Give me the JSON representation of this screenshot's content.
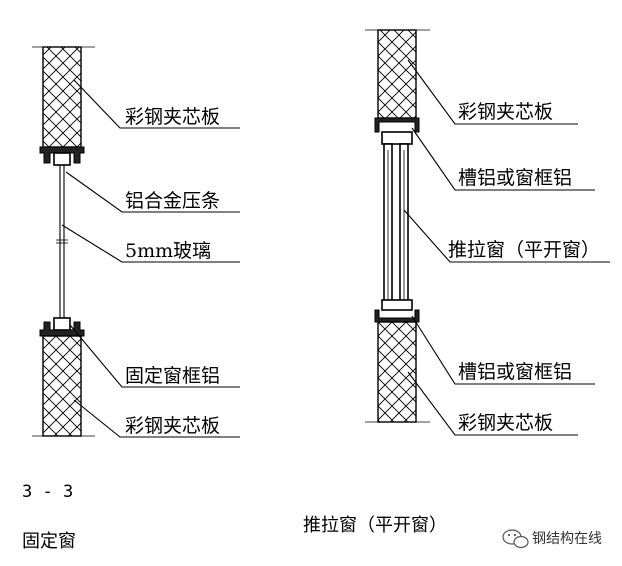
{
  "left_section": {
    "labels": {
      "sandwich_panel_top": "彩钢夹芯板",
      "aluminum_strip": "铝合金压条",
      "glass": "5mm玻璃",
      "fixed_frame": "固定窗框铝",
      "sandwich_panel_bottom": "彩钢夹芯板"
    },
    "section_mark": "3 - 3",
    "caption": "固定窗"
  },
  "right_section": {
    "labels": {
      "sandwich_panel_top": "彩钢夹芯板",
      "channel_top": "槽铝或窗框铝",
      "sliding_window": "推拉窗（平开窗）",
      "channel_bottom": "槽铝或窗框铝",
      "sandwich_panel_bottom": "彩钢夹芯板"
    },
    "caption": "推拉窗（平开窗）"
  },
  "watermark": {
    "text": "钢结构在线",
    "icon": "wechat-icon"
  }
}
